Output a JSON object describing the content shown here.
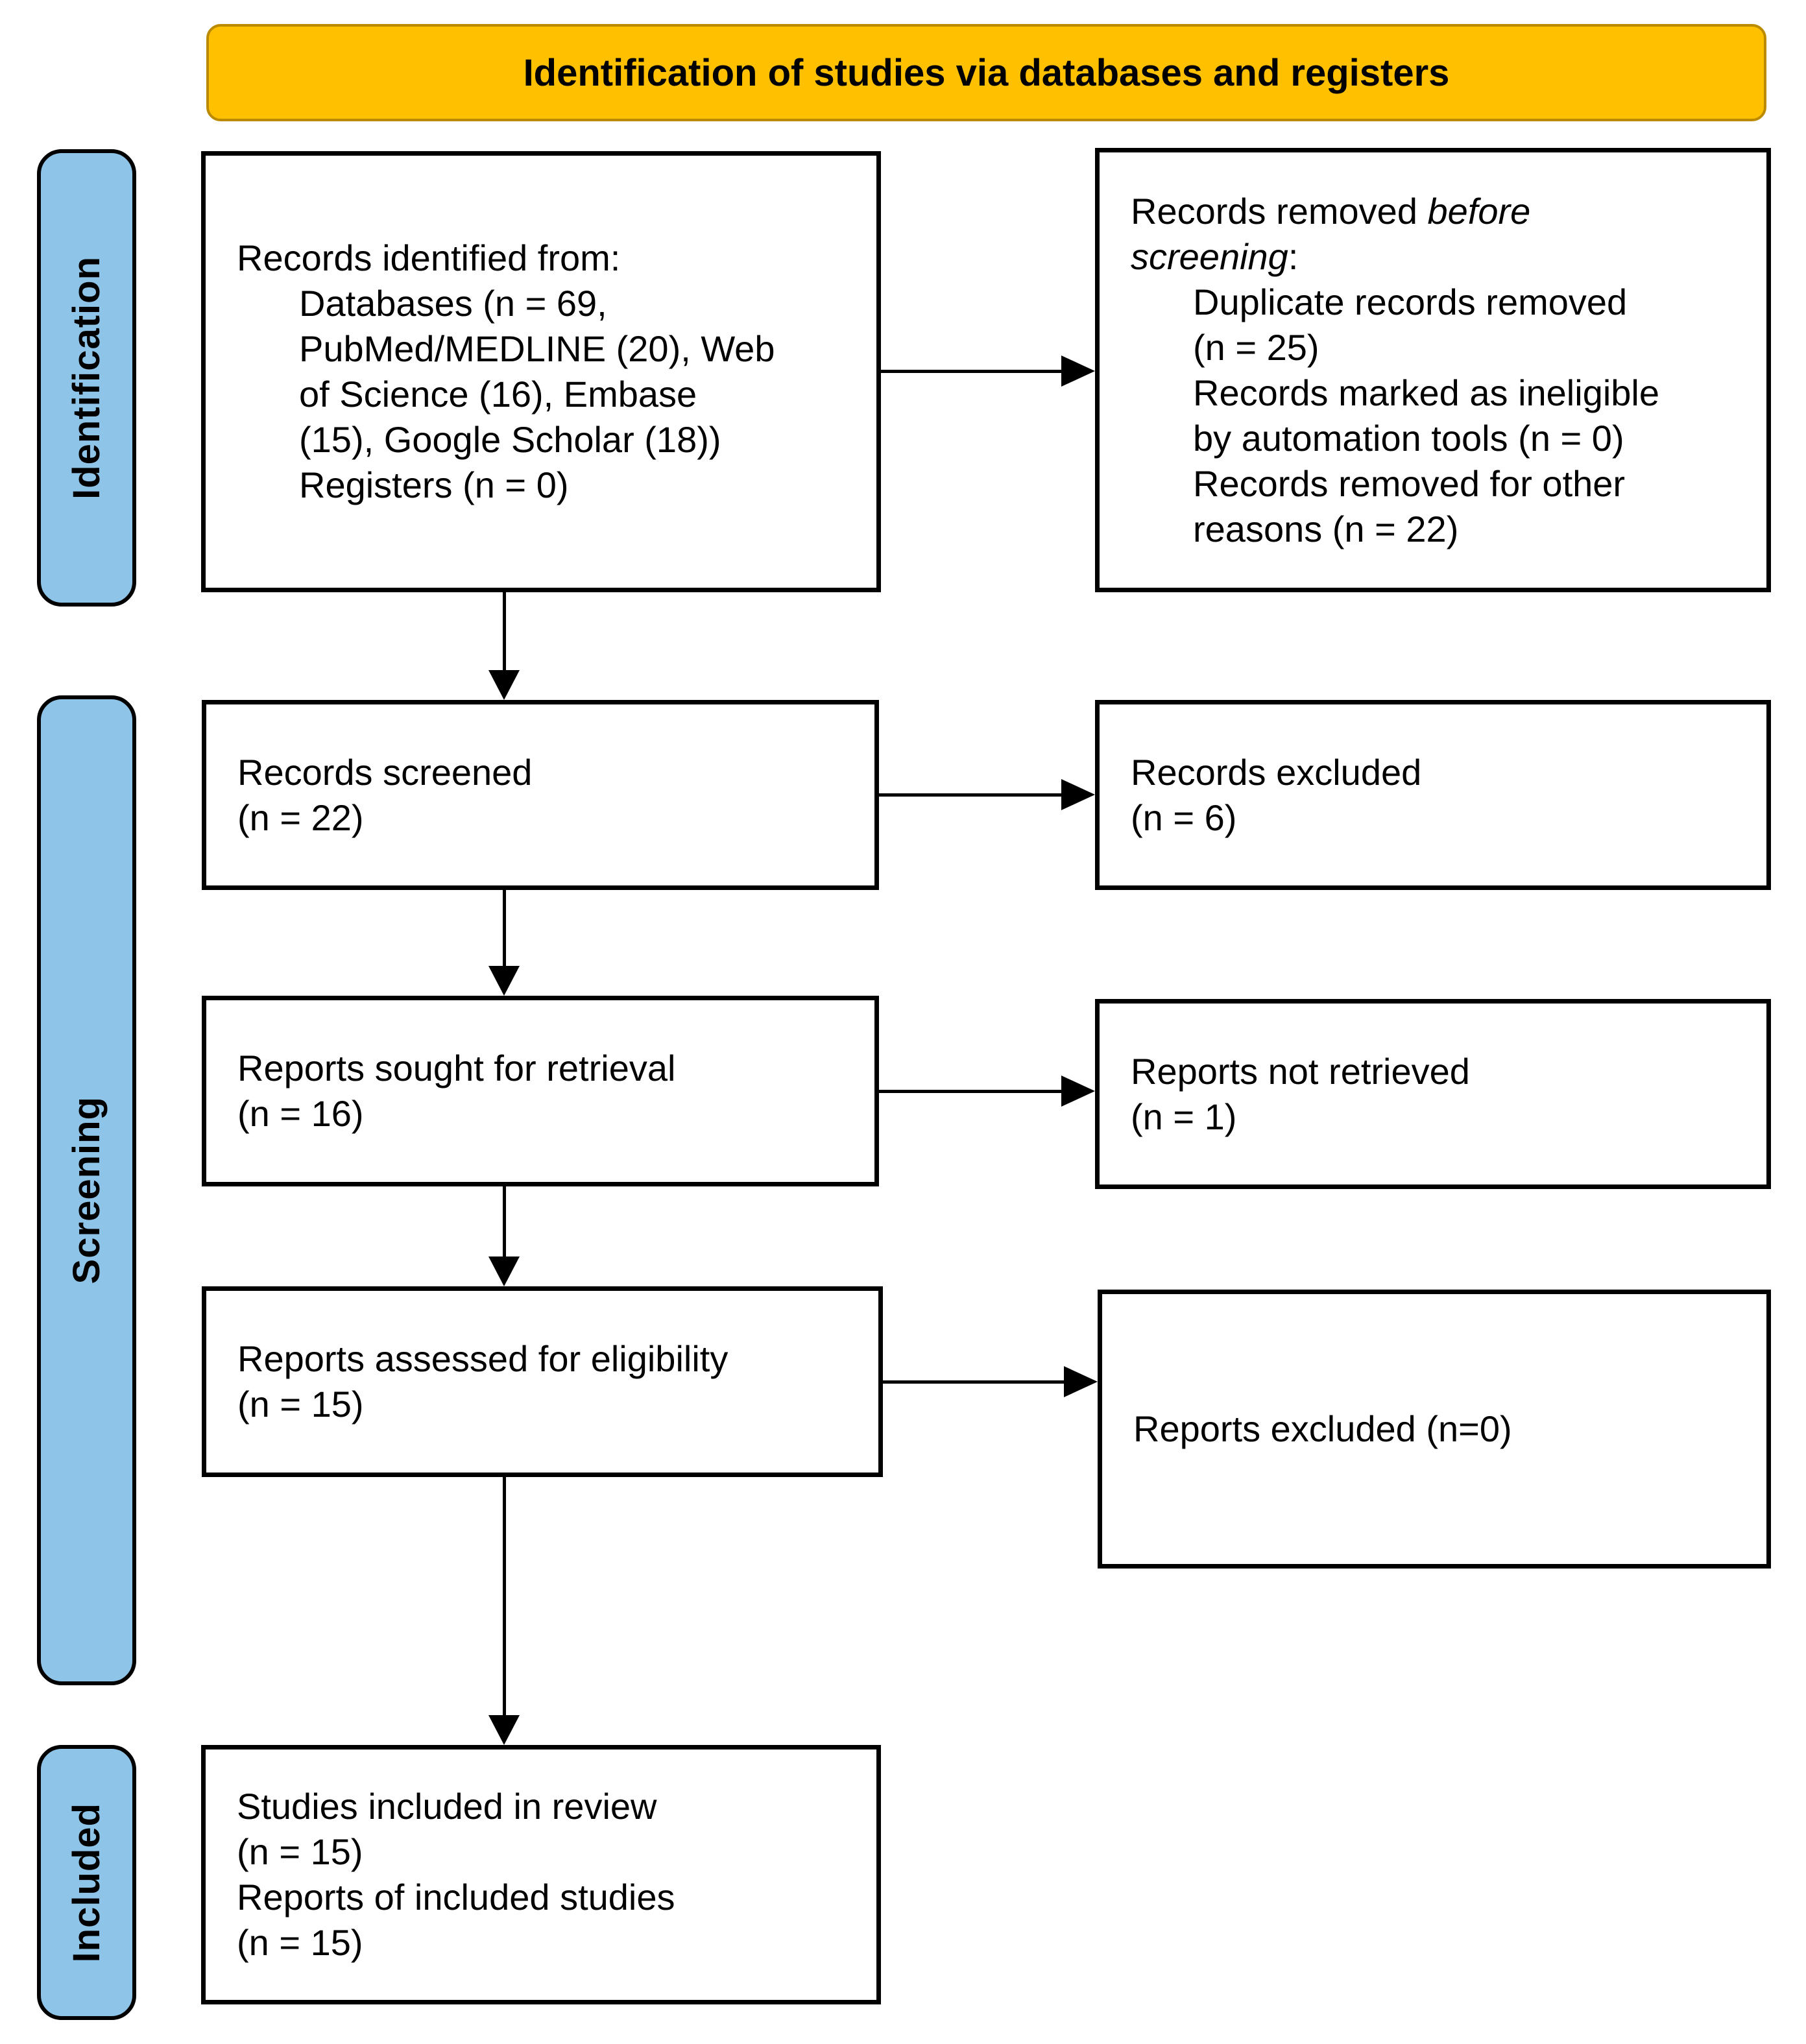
{
  "header": {
    "title": "Identification of studies via databases and registers",
    "bg_color": "#FFC000",
    "border_color": "#BB8A00"
  },
  "sidebar": {
    "bg_color": "#8FC4E9",
    "items": [
      {
        "label": "Identification"
      },
      {
        "label": "Screening"
      },
      {
        "label": "Included"
      }
    ]
  },
  "boxes": {
    "records_identified": {
      "lines": [
        {
          "t": "Records identified from:",
          "indent": 0
        },
        {
          "t": "Databases (n = 69,",
          "indent": 1
        },
        {
          "t": "PubMed/MEDLINE (20), Web",
          "indent": 1
        },
        {
          "t": "of Science (16), Embase",
          "indent": 1
        },
        {
          "t": "(15), Google Scholar (18))",
          "indent": 1
        },
        {
          "t": "Registers (n = 0)",
          "indent": 1
        }
      ]
    },
    "records_removed": {
      "lines": [
        {
          "segs": [
            {
              "t": "Records removed "
            },
            {
              "t": "before",
              "i": true
            }
          ],
          "indent": 0
        },
        {
          "segs": [
            {
              "t": "screening",
              "i": true
            },
            {
              "t": ":"
            }
          ],
          "indent": 0
        },
        {
          "t": "Duplicate records removed",
          "indent": 1
        },
        {
          "t": "(n = 25)",
          "indent": 1
        },
        {
          "t": "Records marked as ineligible",
          "indent": 1
        },
        {
          "t": "by automation tools (n = 0)",
          "indent": 1
        },
        {
          "t": "Records removed for other",
          "indent": 1
        },
        {
          "t": "reasons (n = 22)",
          "indent": 1
        }
      ]
    },
    "records_screened": {
      "lines": [
        {
          "t": "Records screened",
          "indent": 0
        },
        {
          "t": "(n = 22)",
          "indent": 0
        }
      ]
    },
    "records_excluded": {
      "lines": [
        {
          "t": "Records excluded",
          "indent": 0
        },
        {
          "t": "(n = 6)",
          "indent": 0
        }
      ]
    },
    "reports_sought": {
      "lines": [
        {
          "t": "Reports sought for retrieval",
          "indent": 0
        },
        {
          "t": "(n = 16)",
          "indent": 0
        }
      ]
    },
    "reports_not_retrieved": {
      "lines": [
        {
          "t": "Reports not retrieved",
          "indent": 0
        },
        {
          "t": "(n = 1)",
          "indent": 0
        }
      ]
    },
    "reports_assessed": {
      "lines": [
        {
          "t": "Reports assessed for eligibility",
          "indent": 0
        },
        {
          "t": "(n = 15)",
          "indent": 0
        }
      ]
    },
    "reports_excluded": {
      "lines": [
        {
          "t": "Reports excluded (n=0)",
          "indent": 0
        }
      ]
    },
    "studies_included": {
      "lines": [
        {
          "t": "Studies included in review",
          "indent": 0
        },
        {
          "t": "(n = 15)",
          "indent": 0
        },
        {
          "t": "Reports of included studies",
          "indent": 0
        },
        {
          "t": "(n = 15)",
          "indent": 0
        }
      ]
    }
  }
}
